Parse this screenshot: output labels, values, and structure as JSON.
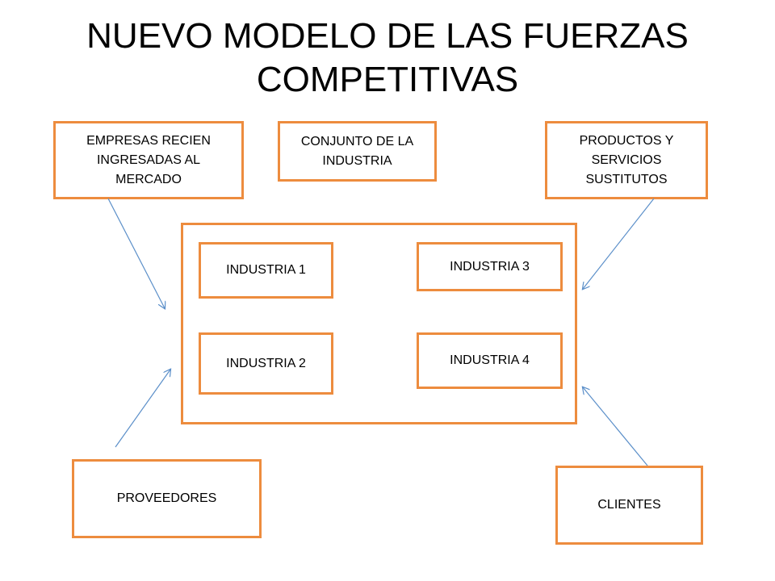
{
  "title": "NUEVO MODELO DE LAS FUERZAS\nCOMPETITIVAS",
  "boxes": {
    "new_entrants": "EMPRESAS RECIEN\nINGRESADAS AL\nMERCADO",
    "industry_set": "CONJUNTO DE LA\nINDUSTRIA",
    "substitutes": "PRODUCTOS Y\nSERVICIOS\nSUSTITUTOS",
    "industria_1": "INDUSTRIA 1",
    "industria_2": "INDUSTRIA 2",
    "industria_3": "INDUSTRIA 3",
    "industria_4": "INDUSTRIA 4",
    "suppliers": "PROVEEDORES",
    "customers": "CLIENTES"
  },
  "colors": {
    "box_border": "#ED8C3E",
    "arrow": "#5B8FC9",
    "text": "#000000"
  }
}
